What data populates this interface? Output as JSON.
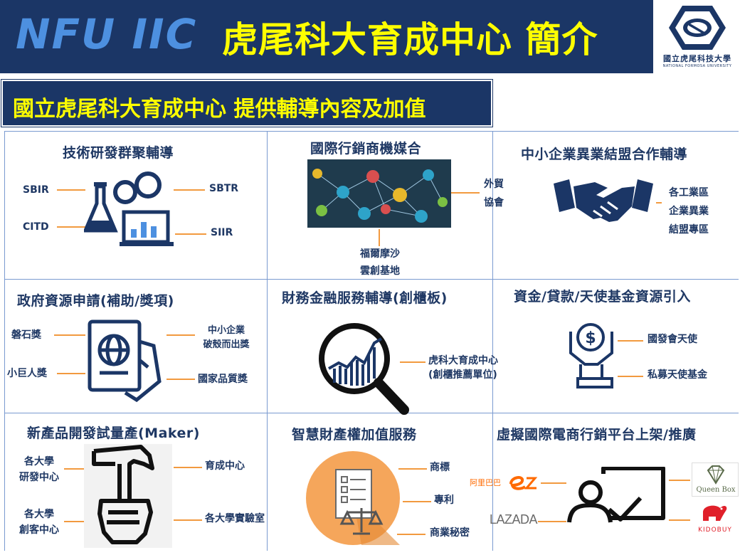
{
  "header": {
    "brand": "NFU IIC",
    "title": "虎尾科大育成中心 簡介"
  },
  "logo": {
    "name": "國立虎尾科技大學",
    "english": "NATIONAL FORMOSA UNIVERSITY"
  },
  "subtitle": "國立虎尾科大育成中心 提供輔導內容及加值",
  "cells": {
    "tech": {
      "title": "技術研發群聚輔導",
      "left_top": "SBIR",
      "left_bottom": "CITD",
      "right_top": "SBTR",
      "right_bottom": "SIIR"
    },
    "marketing": {
      "title": "國際行銷商機媒合",
      "right": [
        "外貿",
        "協會"
      ],
      "bottom": [
        "福爾摩沙",
        "雲創基地"
      ]
    },
    "alliance": {
      "title": "中小企業異業結盟合作輔導",
      "right": [
        "各工業區",
        "企業異業",
        "結盟專區"
      ]
    },
    "gov": {
      "title": "政府資源申請(補助/獎項)",
      "left_top": "磐石獎",
      "left_bottom": "小巨人獎",
      "right_top": [
        "中小企業",
        "破殼而出獎"
      ],
      "right_bottom": "國家品質獎"
    },
    "finance": {
      "title": "財務金融服務輔導(創櫃板)",
      "right": [
        "虎科大育成中心",
        "(創櫃推薦單位)"
      ]
    },
    "funding": {
      "title": "資金/貸款/天使基金資源引入",
      "right_top": "國發會天使",
      "right_bottom": "私募天使基金"
    },
    "maker": {
      "title": "新產品開發試量產(Maker)",
      "left_top": [
        "各大學",
        "研發中心"
      ],
      "left_bottom": [
        "各大學",
        "創客中心"
      ],
      "right_top": "育成中心",
      "right_bottom": "各大學實驗室"
    },
    "ip": {
      "title": "智慧財產權加值服務",
      "right_top": "商標",
      "right_middle": "專利",
      "right_bottom": "商業秘密"
    },
    "ecommerce": {
      "title": "虛擬國際電商行銷平台上架/推廣",
      "left_top": "阿里巴巴",
      "left_bottom": "LAZADA",
      "right_top": "Queen Box",
      "right_bottom": "KIDOBUY"
    }
  },
  "colors": {
    "navy": "#1b3666",
    "yellow": "#ffff00",
    "accent_blue": "#4d90e0",
    "connector_orange": "#f29a3f",
    "text_navy": "#1f3864",
    "ip_circle": "#f5a65b",
    "alibaba_orange": "#ff6a00",
    "kidobuy_red": "#e0202a"
  }
}
